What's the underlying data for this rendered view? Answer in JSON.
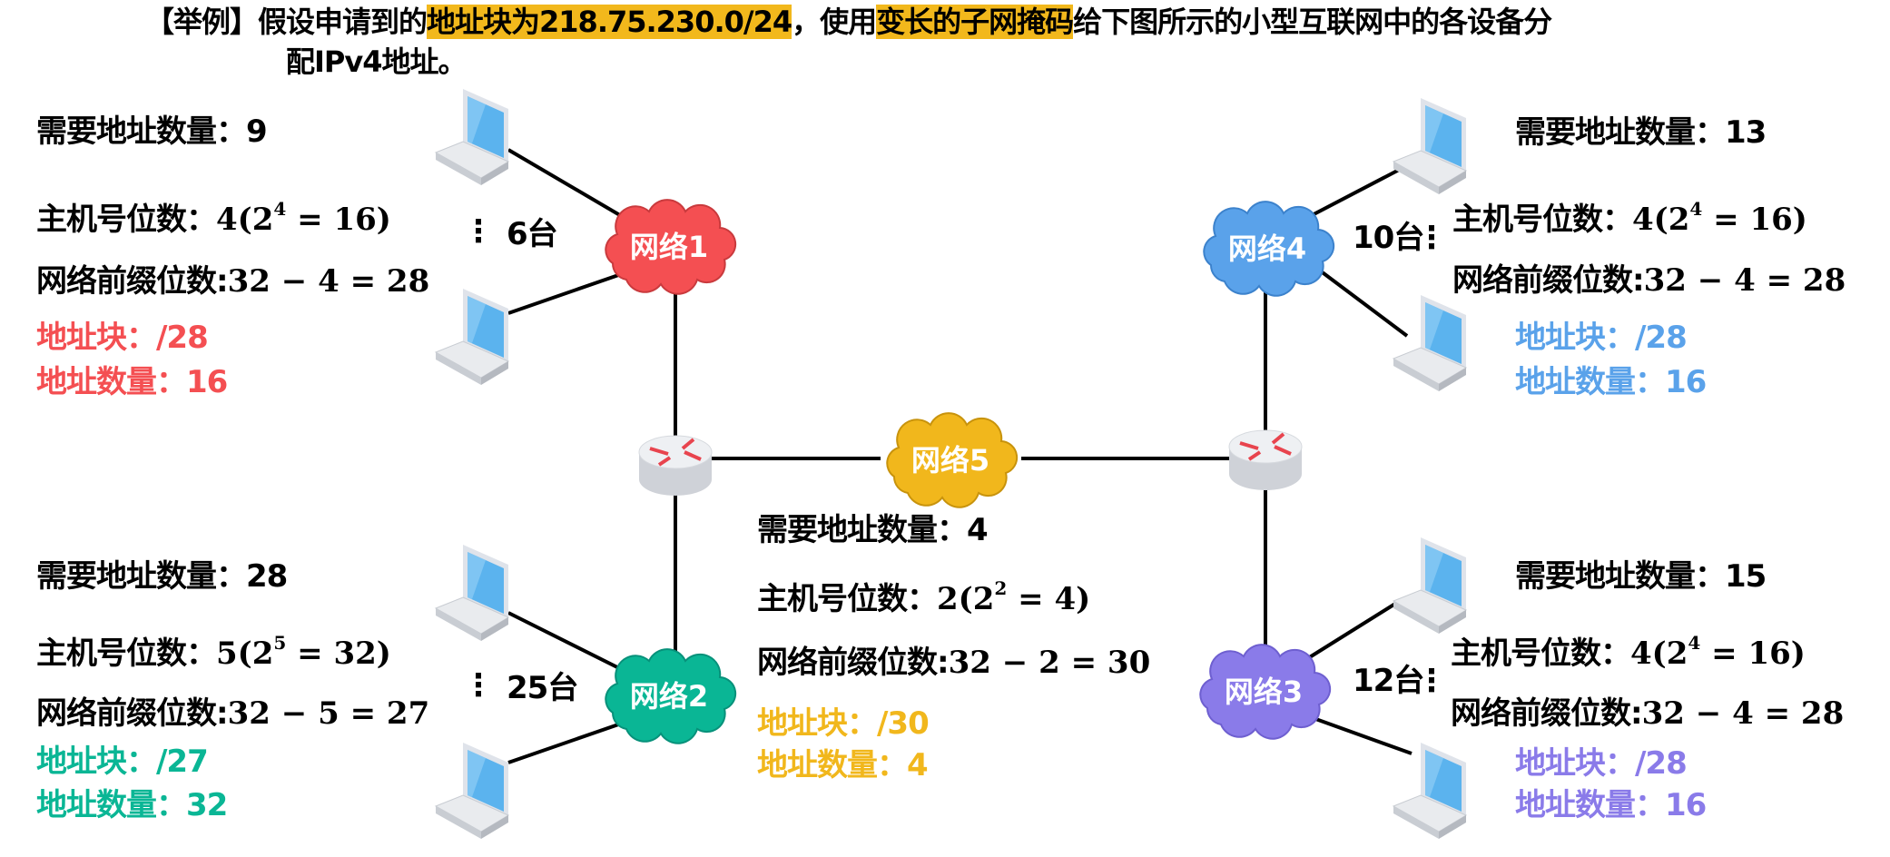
{
  "title": {
    "prefix": "【举例】假设申请到的",
    "highlight1": "地址块为218.75.230.0/24",
    "middle": "，使用",
    "highlight2": "变长的子网掩码",
    "suffix": "给下图所示的小型互联网中的各设备分",
    "line2": "配IPv4地址。"
  },
  "colors": {
    "highlight": "#f2b81c",
    "net1": "#f44f52",
    "net2": "#0ab695",
    "net3": "#8a7be9",
    "net4": "#5aa2ea",
    "net5": "#f1b71c"
  },
  "networks": {
    "net1": {
      "name": "网络1",
      "hosts": "6台",
      "need": "需要地址数量：9",
      "host_bits": {
        "label": "主机号位数：",
        "a": "4(2",
        "exp": "4",
        "b": " = 16)"
      },
      "prefix": {
        "label": "网络前缀位数:",
        "expr": "32 − 4 = 28"
      },
      "block": "地址块：/28",
      "count": "地址数量：16"
    },
    "net2": {
      "name": "网络2",
      "hosts": "25台",
      "need": "需要地址数量：28",
      "host_bits": {
        "label": "主机号位数：",
        "a": "5(2",
        "exp": "5",
        "b": " = 32)"
      },
      "prefix": {
        "label": "网络前缀位数:",
        "expr": "32 − 5 = 27"
      },
      "block": "地址块：/27",
      "count": "地址数量：32"
    },
    "net3": {
      "name": "网络3",
      "hosts": "12台",
      "need": "需要地址数量：15",
      "host_bits": {
        "label": "主机号位数：",
        "a": "4(2",
        "exp": "4",
        "b": " = 16)"
      },
      "prefix": {
        "label": "网络前缀位数:",
        "expr": "32 − 4 = 28"
      },
      "block": "地址块：/28",
      "count": "地址数量：16"
    },
    "net4": {
      "name": "网络4",
      "hosts": "10台",
      "need": "需要地址数量：13",
      "host_bits": {
        "label": "主机号位数：",
        "a": "4(2",
        "exp": "4",
        "b": " = 16)"
      },
      "prefix": {
        "label": "网络前缀位数:",
        "expr": "32 − 4 = 28"
      },
      "block": "地址块：/28",
      "count": "地址数量：16"
    },
    "net5": {
      "name": "网络5",
      "need": "需要地址数量：4",
      "host_bits": {
        "label": "主机号位数：",
        "a": "2(2",
        "exp": "2",
        "b": " = 4)"
      },
      "prefix": {
        "label": "网络前缀位数:",
        "expr": "32 − 2 = 30"
      },
      "block": "地址块：/30",
      "count": "地址数量：4"
    }
  }
}
